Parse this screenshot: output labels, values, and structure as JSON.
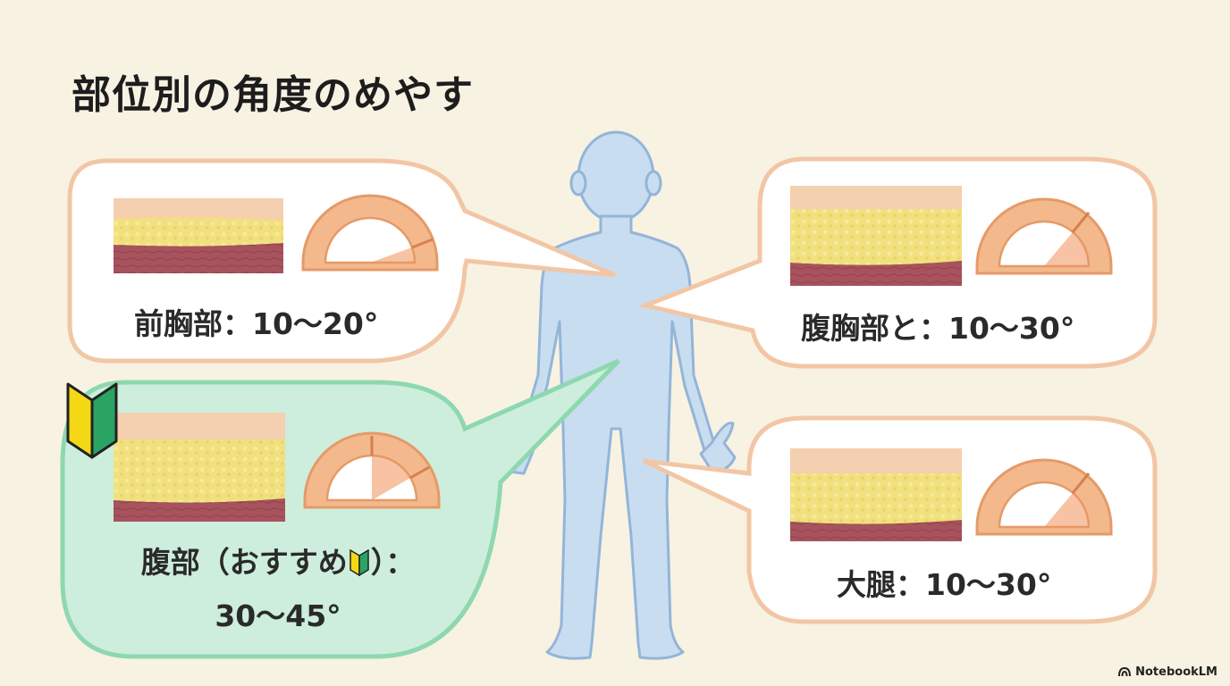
{
  "title": "部位別の角度のめやす",
  "regions": [
    {
      "id": "chest",
      "label": "前胸部：10〜20°",
      "angle_min": 10,
      "angle_max": 20,
      "recommended": false
    },
    {
      "id": "abdomen-chest",
      "label": "腹胸部と：10〜30°",
      "angle_min": 10,
      "angle_max": 30,
      "recommended": false
    },
    {
      "id": "abdomen",
      "label_part1": "腹部（おすすめ",
      "label_part2": "）：",
      "label_line2": "30〜45°",
      "angle_min": 30,
      "angle_max": 45,
      "recommended": true
    },
    {
      "id": "thigh",
      "label": "大腿：10〜30°",
      "angle_min": 10,
      "angle_max": 30,
      "recommended": false
    }
  ],
  "colors": {
    "background": "#f8f2e2",
    "bubble_border": "#f2c6a5",
    "recommended_fill": "#cdeedd",
    "recommended_border": "#8ed8b0",
    "body": "#c9ddf1",
    "protractor": "#f3b98c",
    "protractor_highlight": "#f0925a",
    "skin": "#f4cfb0",
    "fat": "#f1e07e",
    "muscle": "#a7535d",
    "beginner_mark_green": "#2aa463",
    "beginner_mark_yellow": "#f4d816"
  },
  "brand": "NotebookLM",
  "icons": [
    "beginner-mark-icon",
    "protractor-icon",
    "notebooklm-logo-icon"
  ]
}
